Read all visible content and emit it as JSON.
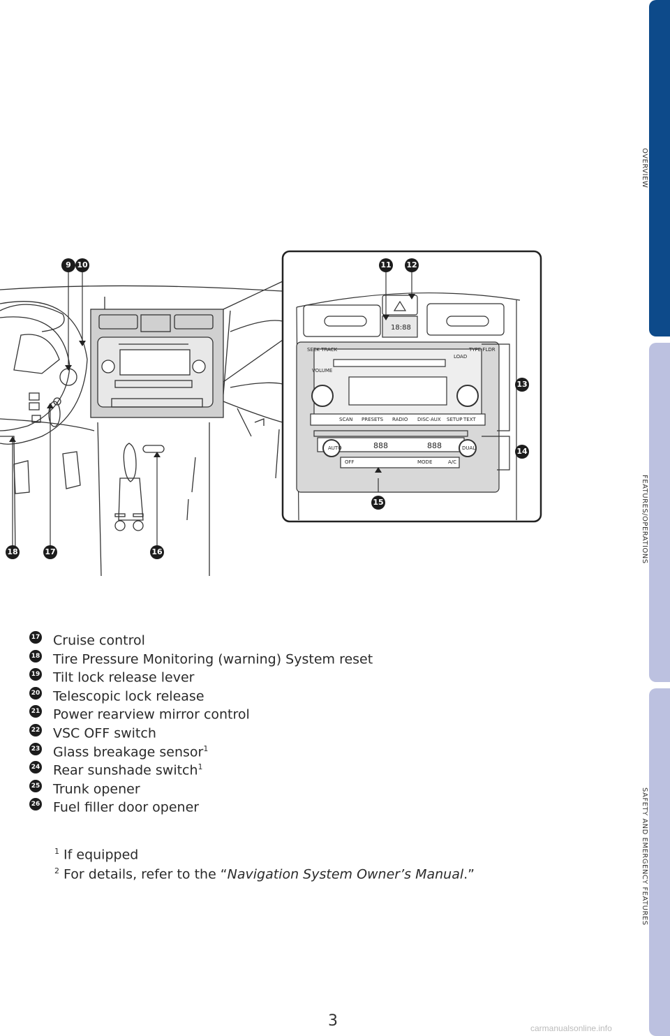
{
  "side_tabs": [
    {
      "label": "OVERVIEW",
      "color": "#0d4a8a"
    },
    {
      "label": "FEATURES/OPERATIONS",
      "color": "#bcc1e0"
    },
    {
      "label": "SAFETY AND EMERGENCY FEATURES",
      "color": "#bcc1e0"
    }
  ],
  "callouts": {
    "n9": "9",
    "n10": "10",
    "n11": "11",
    "n12": "12",
    "n13": "13",
    "n14": "14",
    "n15": "15",
    "n16": "16",
    "n17": "17",
    "n18": "18"
  },
  "radio_labels": {
    "seek_track": "SEEK TRACK",
    "volume": "VOLUME",
    "load": "LOAD",
    "type_fldr": "TYPE FLDR",
    "scan": "SCAN",
    "presets": "PRESETS",
    "radio": "RADIO",
    "disc_aux": "DISC·AUX",
    "setup": "SETUP",
    "text": "TEXT",
    "auto": "AUTO",
    "dual": "DUAL",
    "mode": "MODE",
    "ac": "A/C",
    "off": "OFF",
    "clock": "18:88",
    "display_left": "888",
    "display_right": "888"
  },
  "items": [
    {
      "num": "17",
      "text": "Cruise control",
      "sup": ""
    },
    {
      "num": "18",
      "text": "Tire Pressure Monitoring (warning) System reset",
      "sup": ""
    },
    {
      "num": "19",
      "text": "Tilt lock release lever",
      "sup": ""
    },
    {
      "num": "20",
      "text": "Telescopic lock release",
      "sup": ""
    },
    {
      "num": "21",
      "text": "Power rearview mirror control",
      "sup": ""
    },
    {
      "num": "22",
      "text": "VSC OFF switch",
      "sup": ""
    },
    {
      "num": "23",
      "text": "Glass breakage sensor",
      "sup": "1"
    },
    {
      "num": "24",
      "text": "Rear sunshade switch",
      "sup": "1"
    },
    {
      "num": "25",
      "text": "Trunk opener",
      "sup": ""
    },
    {
      "num": "26",
      "text": "Fuel filler door opener",
      "sup": ""
    }
  ],
  "footnotes": {
    "f1_mark": "1",
    "f1_text": "If equipped",
    "f2_mark": "2",
    "f2_prefix": "For details, refer to the “",
    "f2_title": "Navigation System Owner’s Manual",
    "f2_suffix": ".”"
  },
  "page_number": "3",
  "watermark": "carmanualsonline.info"
}
